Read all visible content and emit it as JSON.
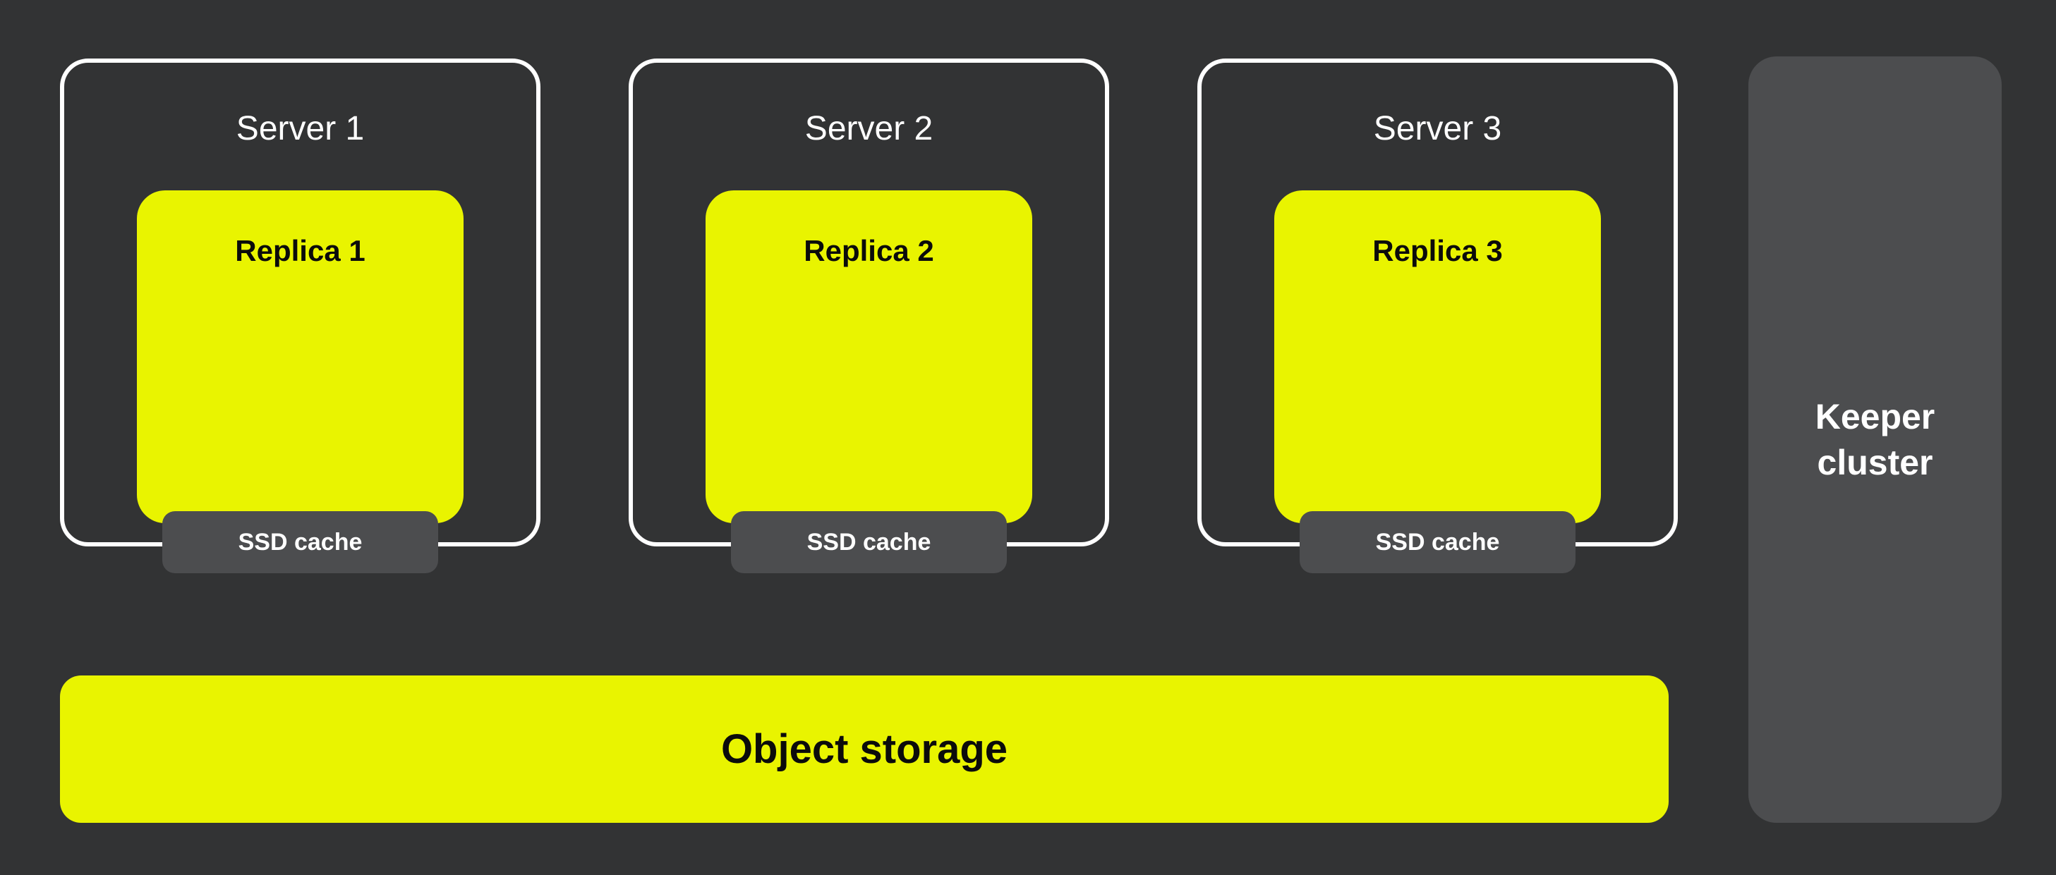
{
  "colors": {
    "background": "#323334",
    "accent_yellow": "#e9f400",
    "panel_gray": "#4c4d4f",
    "outline_white": "#ffffff",
    "text_dark": "#0b0b0b"
  },
  "servers": [
    {
      "title": "Server 1",
      "replica_label": "Replica 1",
      "cache_label": "SSD cache"
    },
    {
      "title": "Server 2",
      "replica_label": "Replica 2",
      "cache_label": "SSD cache"
    },
    {
      "title": "Server 3",
      "replica_label": "Replica 3",
      "cache_label": "SSD cache"
    }
  ],
  "keeper": {
    "line1": "Keeper",
    "line2": "cluster"
  },
  "object_storage": {
    "label": "Object storage"
  }
}
